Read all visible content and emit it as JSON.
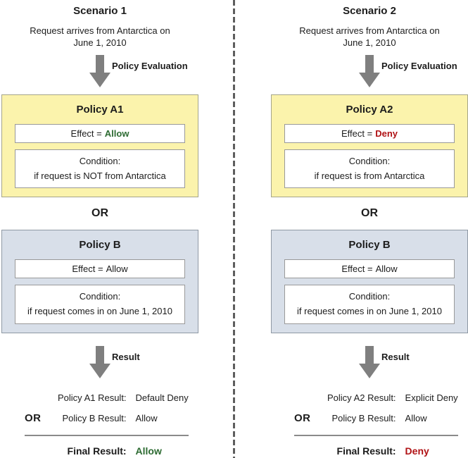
{
  "colors": {
    "allow_green": "#2d6b32",
    "deny_red": "#b01215",
    "policy_a_fill": "#fbf3ac",
    "policy_b_fill": "#d8dfe9",
    "arrow_gray": "#7f7f7f"
  },
  "scenarios": [
    {
      "title": "Scenario 1",
      "request_line1": "Request arrives from Antarctica on",
      "request_line2": "June 1, 2010",
      "policy_eval_label": "Policy Evaluation",
      "policy_a": {
        "title": "Policy A1",
        "effect_prefix": "Effect =",
        "effect_value": "Allow",
        "effect_color": "#2d6b32",
        "condition_line1": "Condition:",
        "condition_line2": "if request is NOT from Antarctica"
      },
      "or_label": "OR",
      "policy_b": {
        "title": "Policy B",
        "effect_prefix": "Effect =",
        "effect_value": "Allow",
        "condition_line1": "Condition:",
        "condition_line2": "if request comes in on June 1, 2010"
      },
      "result_label": "Result",
      "results": {
        "row1_label": "Policy A1 Result:",
        "row1_value": "Default Deny",
        "or_label": "OR",
        "row2_label": "Policy B Result:",
        "row2_value": "Allow",
        "final_label": "Final Result:",
        "final_value": "Allow",
        "final_color": "#2d6b32"
      }
    },
    {
      "title": "Scenario 2",
      "request_line1": "Request arrives from Antarctica on",
      "request_line2": "June 1, 2010",
      "policy_eval_label": "Policy Evaluation",
      "policy_a": {
        "title": "Policy A2",
        "effect_prefix": "Effect =",
        "effect_value": "Deny",
        "effect_color": "#b01215",
        "condition_line1": "Condition:",
        "condition_line2": "if request is from Antarctica"
      },
      "or_label": "OR",
      "policy_b": {
        "title": "Policy B",
        "effect_prefix": "Effect =",
        "effect_value": "Allow",
        "condition_line1": "Condition:",
        "condition_line2": "if request comes in on June 1, 2010"
      },
      "result_label": "Result",
      "results": {
        "row1_label": "Policy A2 Result:",
        "row1_value": "Explicit Deny",
        "or_label": "OR",
        "row2_label": "Policy B Result:",
        "row2_value": "Allow",
        "final_label": "Final Result:",
        "final_value": "Deny",
        "final_color": "#b01215"
      }
    }
  ]
}
